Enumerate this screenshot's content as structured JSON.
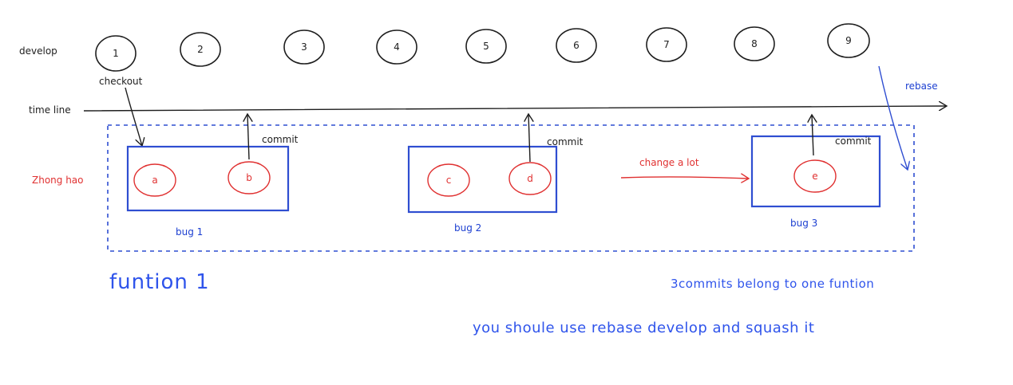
{
  "develop_label": "develop",
  "develop_commits": [
    "1",
    "2",
    "3",
    "4",
    "5",
    "6",
    "7",
    "8",
    "9"
  ],
  "timeline_label": "time line",
  "checkout_label": "checkout",
  "commit_label": "commit",
  "author_label": "Zhong hao",
  "bugs": [
    {
      "label": "bug 1",
      "commits": [
        "a",
        "b"
      ]
    },
    {
      "label": "bug 2",
      "commits": [
        "c",
        "d"
      ]
    },
    {
      "label": "bug 3",
      "commits": [
        "e"
      ]
    }
  ],
  "change_label": "change a lot",
  "rebase_label": "rebase",
  "function_label": "funtion 1",
  "note_1": "3commits belong to one funtion",
  "note_2": "you shoule use rebase develop and squash it",
  "colors": {
    "black": "#1e1e1e",
    "red": "#e03131",
    "blue": "#2f4ed1"
  }
}
